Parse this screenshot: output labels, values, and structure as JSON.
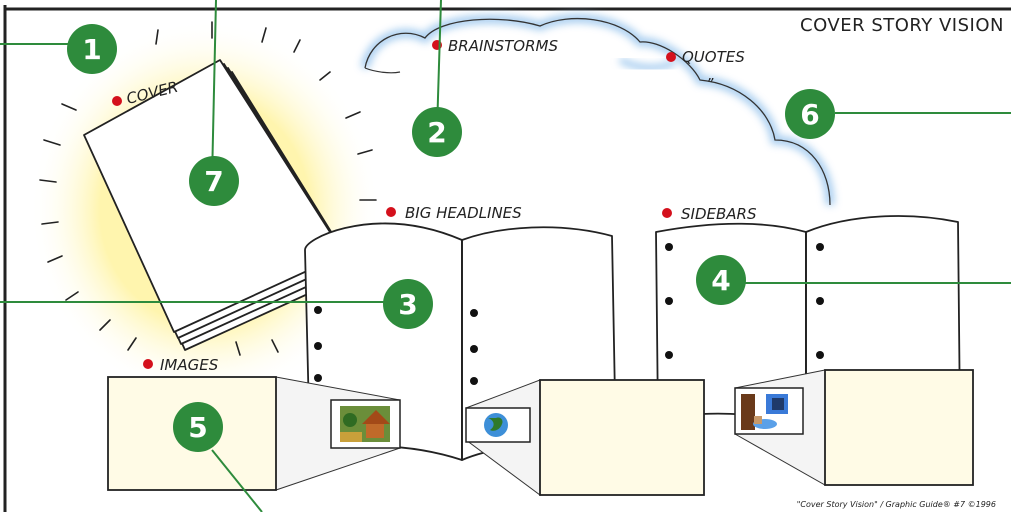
{
  "title": "COVER STORY VISION",
  "labels": {
    "cover": "COVER",
    "brainstorms": "BRAINSTORMS",
    "quotes": "QUOTES",
    "quote_mark": "„",
    "big_headlines": "BIG  HEADLINES",
    "sidebars": "SIDEBARS",
    "images": "IMAGES"
  },
  "badges": [
    "1",
    "2",
    "3",
    "4",
    "5",
    "6",
    "7"
  ],
  "footer": "\"Cover Story Vision\" / Graphic Guide® #7 ©1996",
  "colors": {
    "badge": "#2e8b3c",
    "leader": "#2e8b3c",
    "bullet": "#d4101c",
    "glow": "#fff3a8",
    "card": "#fffbe6",
    "ink": "#222222"
  }
}
